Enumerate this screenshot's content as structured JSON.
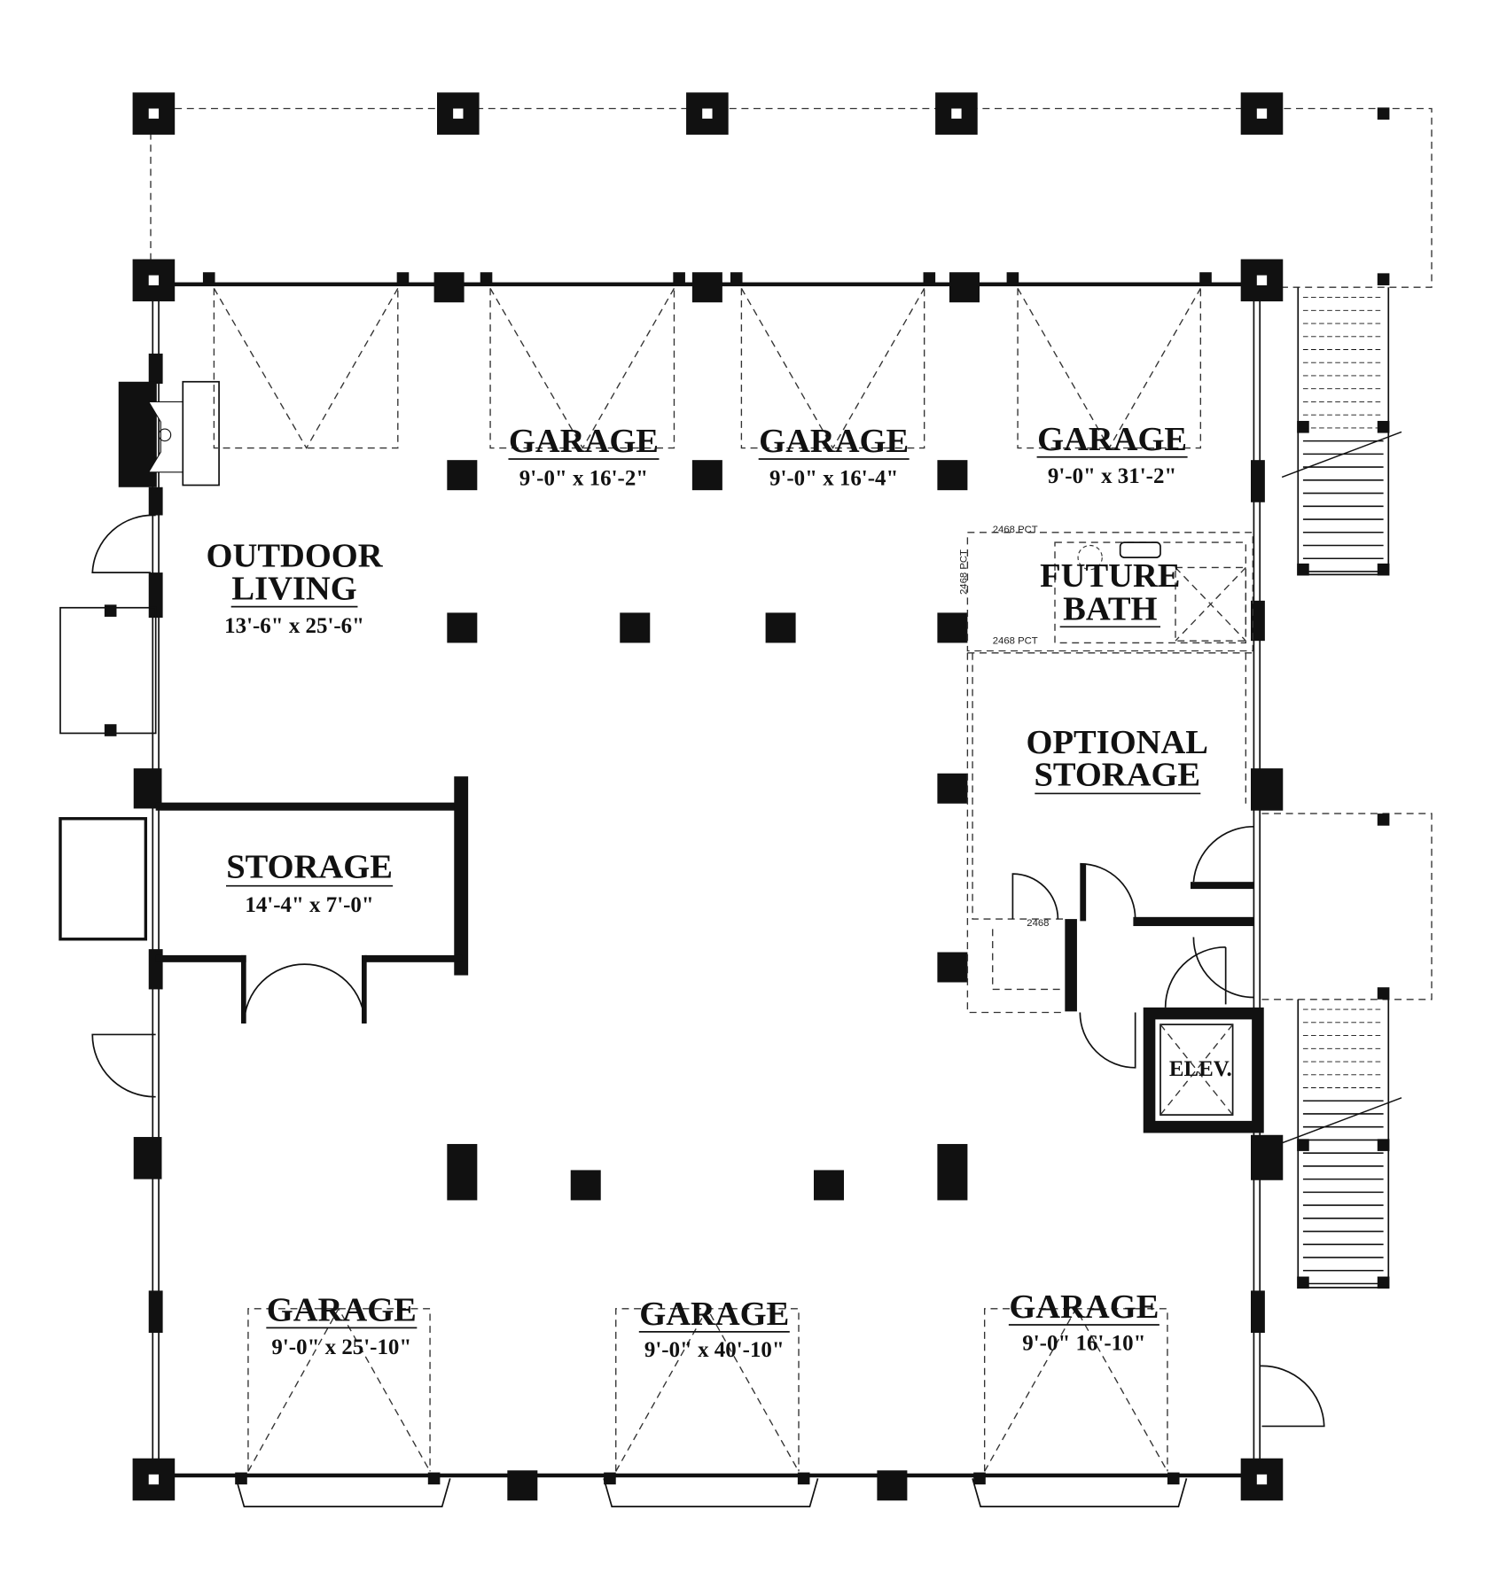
{
  "rooms": {
    "garage_top_1": {
      "name": "GARAGE",
      "size": "9'-0\" x 16'-2\""
    },
    "garage_top_2": {
      "name": "GARAGE",
      "size": "9'-0\" x 16'-4\""
    },
    "garage_top_3": {
      "name": "GARAGE",
      "size": "9'-0\" x 31'-2\""
    },
    "outdoor_living": {
      "name_line1": "OUTDOOR",
      "name_line2": "LIVING",
      "size": "13'-6\" x 25'-6\""
    },
    "future_bath": {
      "name_line1": "FUTURE",
      "name_line2": "BATH"
    },
    "optional_storage": {
      "name_line1": "OPTIONAL",
      "name_line2": "STORAGE"
    },
    "storage": {
      "name": "STORAGE",
      "size": "14'-4\" x 7'-0\""
    },
    "elevator": {
      "name": "ELEV."
    },
    "garage_bottom_1": {
      "name": "GARAGE",
      "size": "9'-0\" x 25'-10\""
    },
    "garage_bottom_2": {
      "name": "GARAGE",
      "size": "9'-0\" x 40'-10\""
    },
    "garage_bottom_3": {
      "name": "GARAGE",
      "size": "9'-0\"  16'-10\""
    }
  },
  "annotations": {
    "bath_window_top": "2468 PCT",
    "bath_window_bottom": "2468 PCT",
    "bath_window_side": "2468 PCT",
    "closet_door": "2468"
  }
}
